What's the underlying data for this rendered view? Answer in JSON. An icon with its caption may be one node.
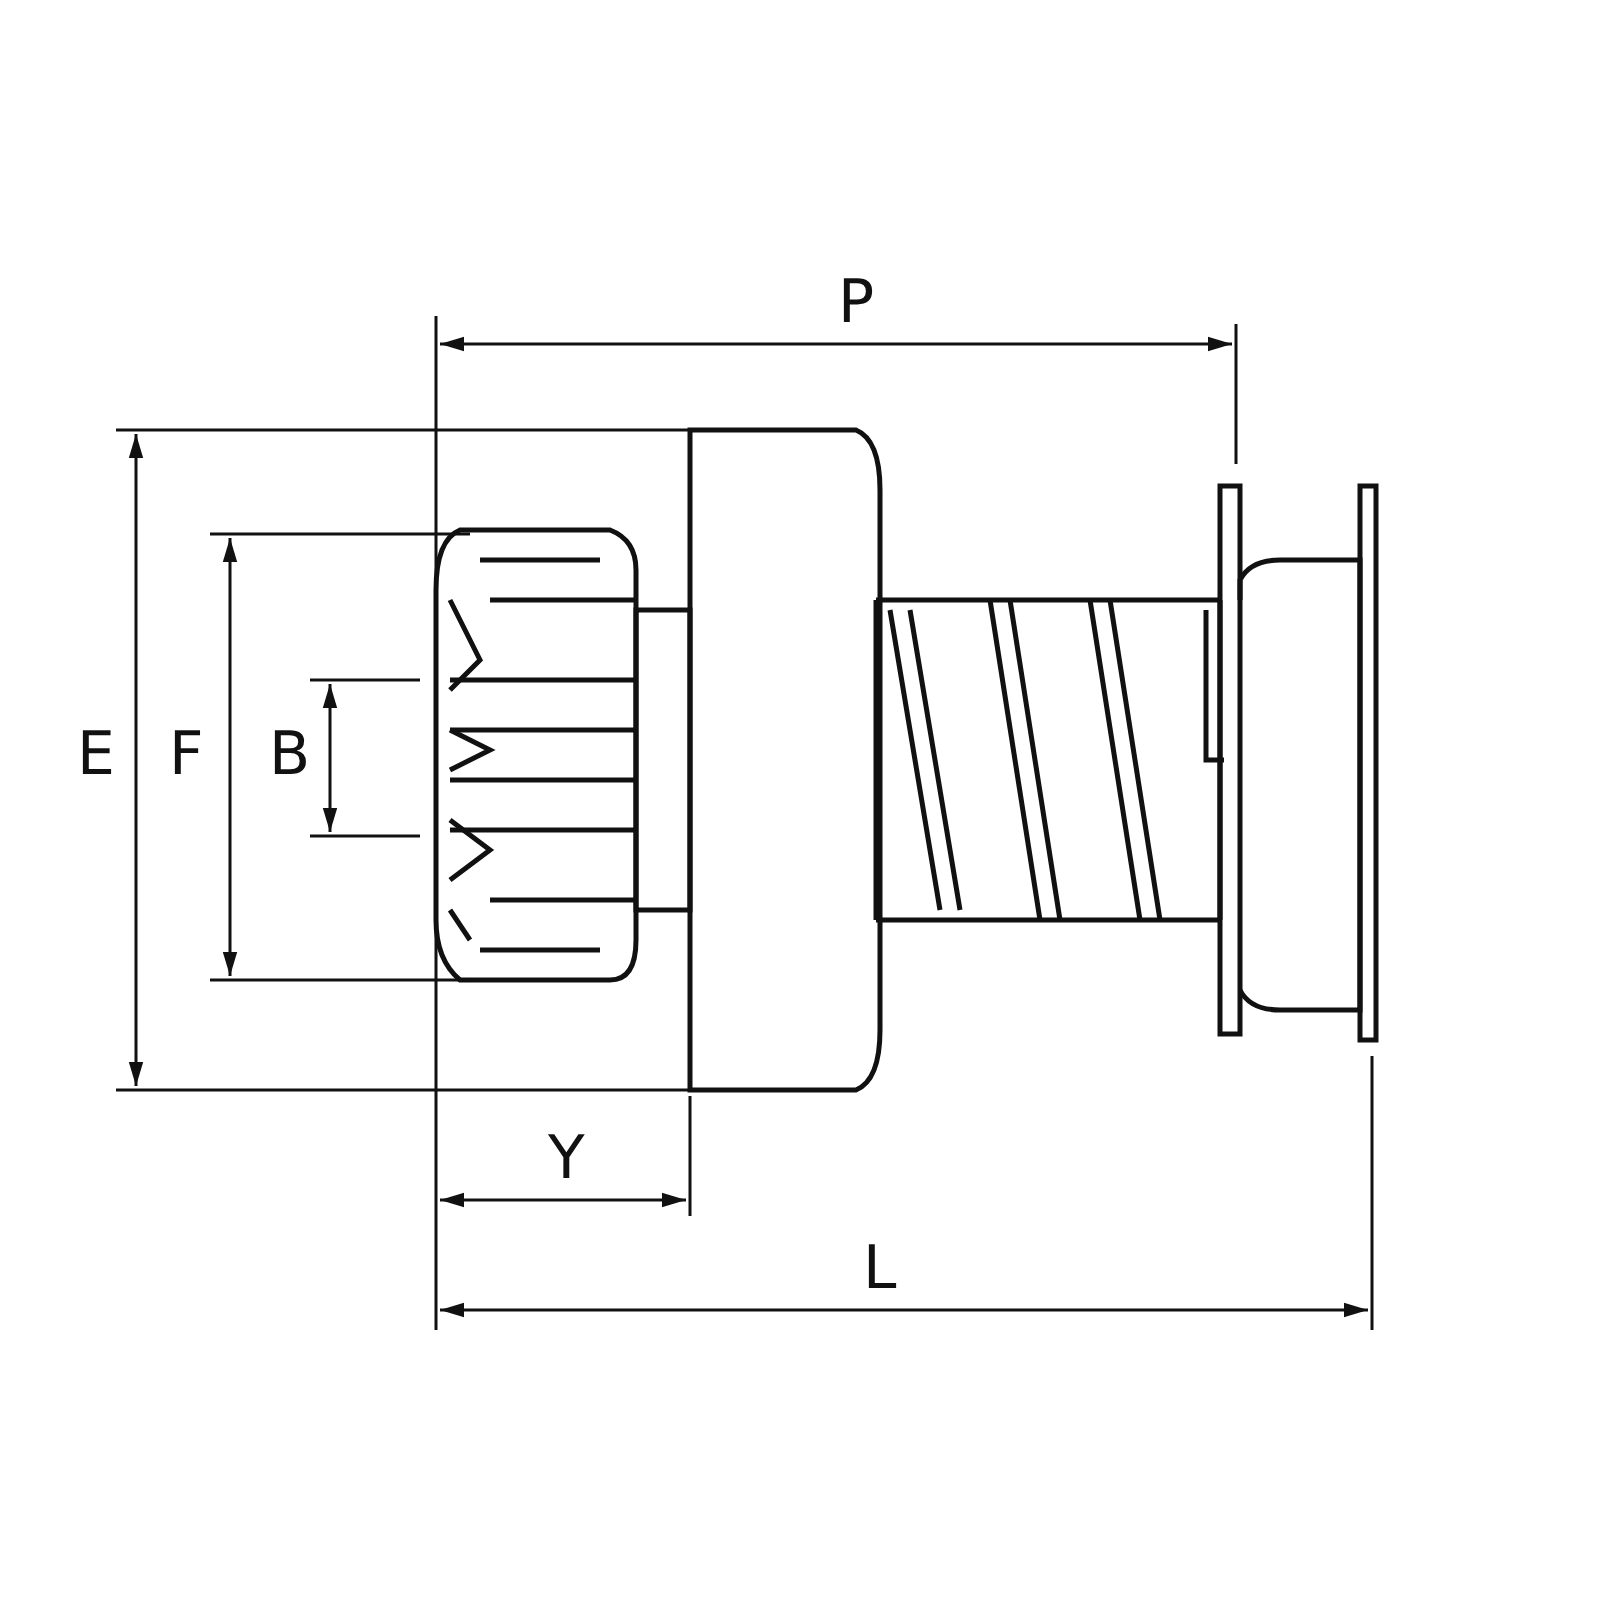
{
  "diagram": {
    "labels": [
      "P",
      "E",
      "F",
      "B",
      "Y",
      "L"
    ]
  }
}
